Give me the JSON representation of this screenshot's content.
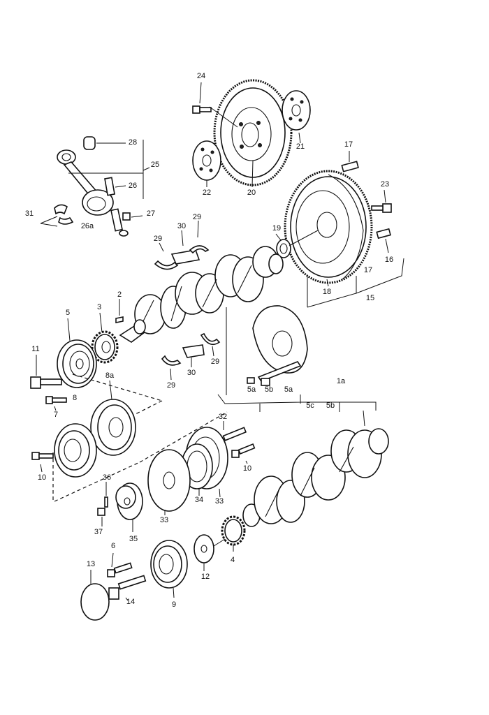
{
  "diagram": {
    "style": {
      "line_color": "#111111",
      "background": "#ffffff"
    },
    "callouts": {
      "c1a": "1a",
      "c2": "2",
      "c3": "3",
      "c4": "4",
      "c5": "5",
      "c5a_top": "5a",
      "c5a_bot": "5a",
      "c5b_top": "5b",
      "c5b_bot": "5b",
      "c5c": "5c",
      "c6": "6",
      "c7": "7",
      "c8": "8",
      "c8a": "8a",
      "c9": "9",
      "c10a": "10",
      "c10b": "10",
      "c11": "11",
      "c12": "12",
      "c13": "13",
      "c14": "14",
      "c15": "15",
      "c16": "16",
      "c17a": "17",
      "c17b": "17",
      "c18": "18",
      "c19": "19",
      "c20": "20",
      "c21": "21",
      "c22": "22",
      "c23": "23",
      "c24": "24",
      "c25": "25",
      "c26": "26",
      "c26a": "26a",
      "c27": "27",
      "c28": "28",
      "c29a": "29",
      "c29b": "29",
      "c29c": "29",
      "c29d": "29",
      "c30a": "30",
      "c30b": "30",
      "c31": "31",
      "c32": "32",
      "c33a": "33",
      "c33b": "33",
      "c34": "34",
      "c35": "35",
      "c36": "36",
      "c37": "37"
    }
  }
}
